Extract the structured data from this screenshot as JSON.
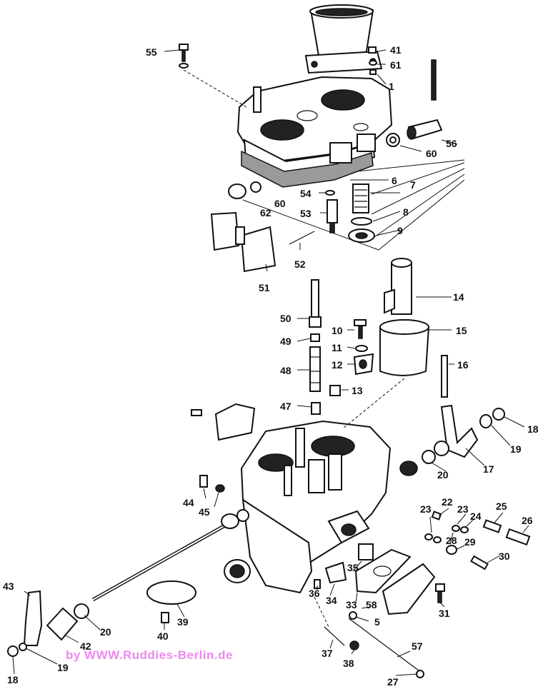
{
  "credit": "by  WWW.Ruddies-Berlin.de",
  "labels": {
    "l1": "1",
    "l5": "5",
    "l6": "6",
    "l7": "7",
    "l8": "8",
    "l9": "9",
    "l10": "10",
    "l11": "11",
    "l12": "12",
    "l13": "13",
    "l14": "14",
    "l15": "15",
    "l16": "16",
    "l17": "17",
    "l18": "18",
    "l19": "19",
    "l20": "20",
    "l22": "22",
    "l23": "23",
    "l24": "24",
    "l25": "25",
    "l26": "26",
    "l27": "27",
    "l28": "28",
    "l29": "29",
    "l30": "30",
    "l31": "31",
    "l33": "33",
    "l34": "34",
    "l35": "35",
    "l36": "36",
    "l37": "37",
    "l38": "38",
    "l39": "39",
    "l40": "40",
    "l41": "41",
    "l42": "42",
    "l43": "43",
    "l44": "44",
    "l45": "45",
    "l47": "47",
    "l48": "48",
    "l49": "49",
    "l50": "50",
    "l51": "51",
    "l52": "52",
    "l53": "53",
    "l54": "54",
    "l55": "55",
    "l56": "56",
    "l57": "57",
    "l58": "58",
    "l60": "60",
    "l61": "61",
    "l62": "62"
  }
}
